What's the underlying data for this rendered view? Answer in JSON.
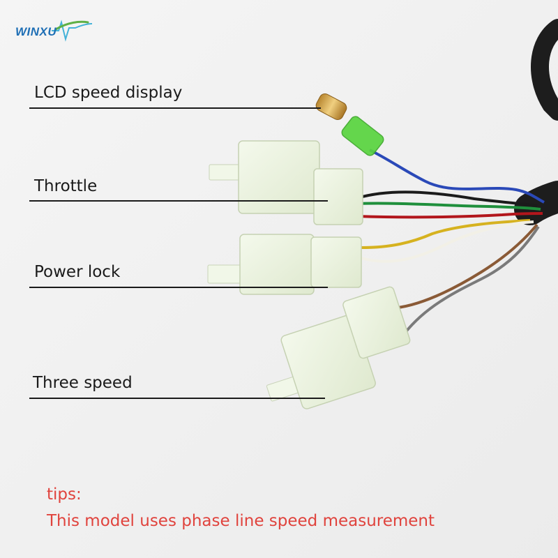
{
  "brand": {
    "name": "WINXU"
  },
  "labels": {
    "lcd": "LCD speed display",
    "throttle": "Throttle",
    "power_lock": "Power lock",
    "three_speed": "Three speed"
  },
  "tips": {
    "heading": "tips:",
    "text": "This model uses phase line speed measurement"
  },
  "colors": {
    "background": "#f1f1f1",
    "tip_text": "#e0433d",
    "brand": "#1f6fb5",
    "connector": "#e9f2dc",
    "wires": [
      "blue",
      "black",
      "green",
      "red",
      "yellow",
      "white",
      "brown",
      "gray"
    ]
  }
}
